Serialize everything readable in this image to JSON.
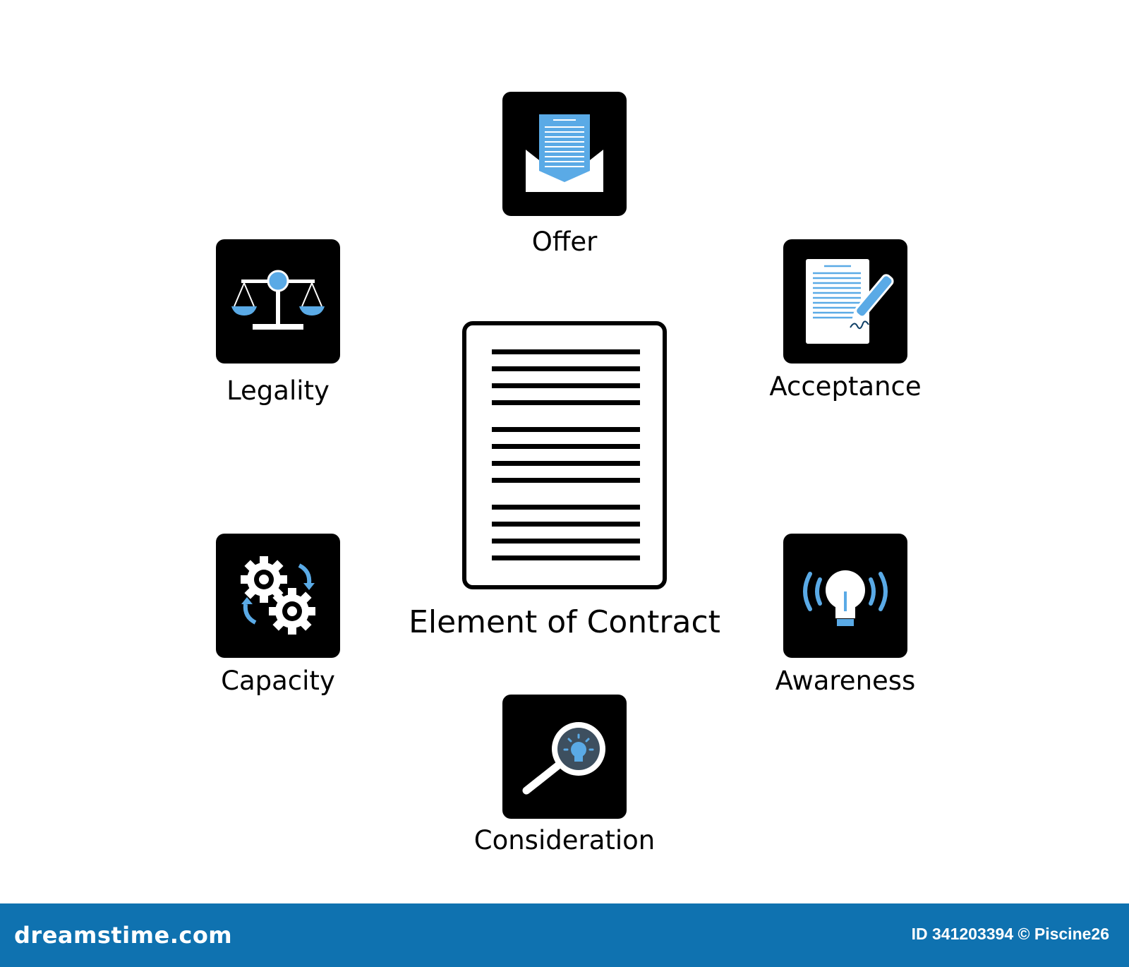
{
  "diagram": {
    "center": {
      "title": "Element of Contract"
    },
    "elements": [
      {
        "label": "Offer",
        "icon": "envelope-letter-icon"
      },
      {
        "label": "Acceptance",
        "icon": "signed-document-icon"
      },
      {
        "label": "Awareness",
        "icon": "lightbulb-signal-icon"
      },
      {
        "label": "Consideration",
        "icon": "magnifier-bulb-icon"
      },
      {
        "label": "Capacity",
        "icon": "gears-icon"
      },
      {
        "label": "Legality",
        "icon": "scales-icon"
      }
    ],
    "colors": {
      "tile": "#000000",
      "accent": "#5aaae6",
      "text": "#000000"
    }
  },
  "footer": {
    "brand": "dreamstime.com",
    "image_id": "ID 341203394 © Piscine26",
    "color": "#0f72b0"
  }
}
